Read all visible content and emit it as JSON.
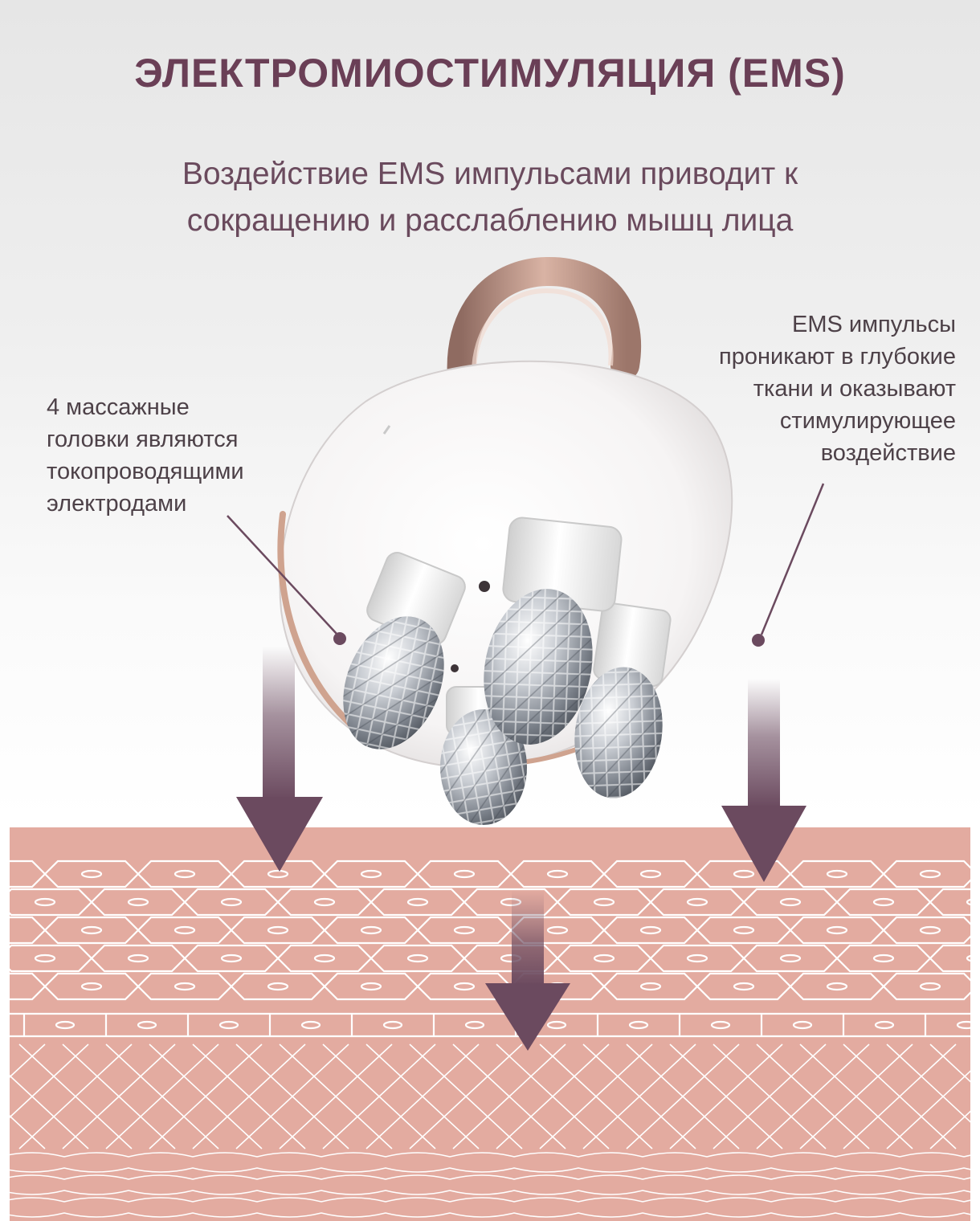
{
  "title": "ЭЛЕКТРОМИОСТИМУЛЯЦИЯ (EMS)",
  "subtitle": {
    "line1": "Воздействие EMS импульсами приводит к",
    "line2": "сокращению и расслаблению мышц лица"
  },
  "callouts": {
    "left": {
      "lines": [
        "4 массажные",
        "головки являются",
        "токопроводящими",
        "электродами"
      ]
    },
    "right": {
      "lines": [
        "EMS импульсы",
        "проникают в глубокие",
        "ткани и оказывают",
        "стимулирующее",
        "воздействие"
      ]
    }
  },
  "colors": {
    "title": "#6a3f56",
    "subtitle": "#6a4a5d",
    "arrow": "#6b4a5f",
    "skin": "#e3aba0",
    "skin_lines": "#ffffff",
    "device_accent": "#c89a88"
  },
  "icons": {
    "device": "ems-massager-device",
    "arrows": "down-arrow-icon"
  }
}
